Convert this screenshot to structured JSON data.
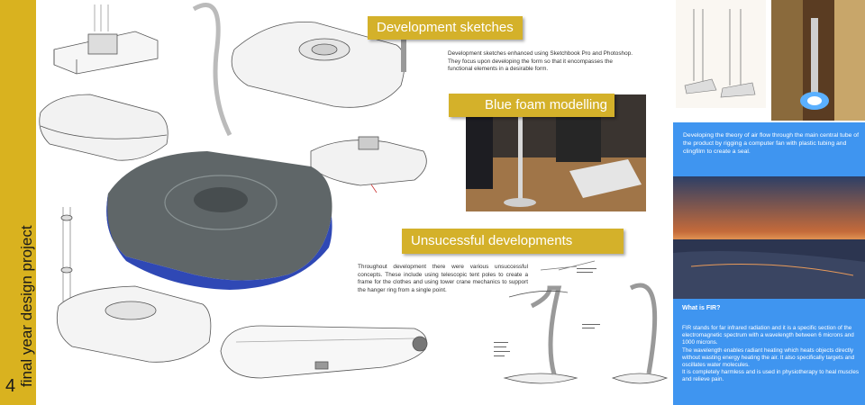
{
  "sidebar": {
    "vertical_title": "final year design project",
    "page_number": "4"
  },
  "sections": {
    "development_sketches": {
      "title": "Development sketches",
      "text": "Development sketches enhanced using Sketchbook Pro and Photoshop. They focus upon developing the form so that it encompasses the functional elements in a desirable form."
    },
    "blue_foam": {
      "title": "Blue foam modelling"
    },
    "unsuccessful": {
      "title": "Unsucessful developments",
      "text": "Throughout development there were various unsuccessful concepts. These include using telescopic tent poles to create a frame for the clothes and using tower crane mechanics to support the hanger ring from a single point."
    }
  },
  "right_panel": {
    "airflow_text": "Developing the theory of air flow through the main central tube of the product by rigging a computer fan with plastic tubing and clingfilm to create a seal.",
    "fir_heading": "What is FIR?",
    "fir_p1": "FIR stands for far infrared radiation and it is a specific section of the electromagnetic spectrum with a wavelength between 6 microns and 1000 microns.",
    "fir_p2": "The wavelength enables radiant heating which heats objects directly without wasting energy heating the air. It also specifically targets and oscillates water molecules.",
    "fir_p3": "It is completely harmless and is used in physiotherapy to heal muscles and relieve pain."
  },
  "colors": {
    "gold": "#d9b21f",
    "blue_panel": "#3f95f0",
    "product_blue": "#2f48b5"
  }
}
